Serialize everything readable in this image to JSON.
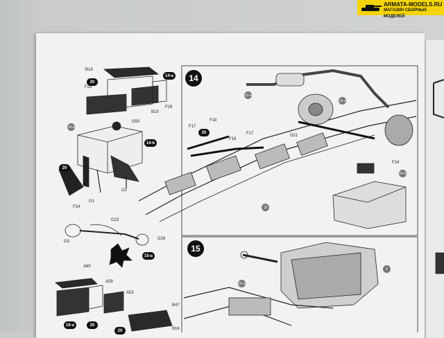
{
  "watermark": {
    "line1": "ARMATA-MODELS.RU",
    "line2": "МАГАЗИН СБОРНЫХ МОДЕЛЕЙ",
    "color": "#f4d40a"
  },
  "steps": {
    "main": "14",
    "next": "15"
  },
  "substeps": {
    "s14a": "14-a",
    "s14b": "14-b",
    "s15a": "15-a",
    "s16a": "16-a",
    "r14a": "14-a",
    "r14b": "14-b",
    "r13a": "13-a",
    "r13c": "13-c",
    "r13": "13",
    "r15a": "15-a",
    "r3": "3"
  },
  "badges": {
    "b1": "20",
    "b2": "20",
    "b3": "20",
    "b4": "20",
    "b5": "20"
  },
  "parts": {
    "B18": "B18",
    "F29a": "F29",
    "F29b": "F29",
    "B19": "B19",
    "G50": "G50",
    "F24a": "F24",
    "G1": "G1",
    "G2": "G2",
    "G23": "G23",
    "G3": "G3",
    "G26": "G26",
    "A60": "A60",
    "A59": "A59",
    "A53": "A53",
    "B47": "B47",
    "B16": "B16",
    "F17a": "F17",
    "F18a": "F18",
    "F18b": "F18",
    "F17b": "F17",
    "G21": "G21",
    "F24b": "F24"
  }
}
